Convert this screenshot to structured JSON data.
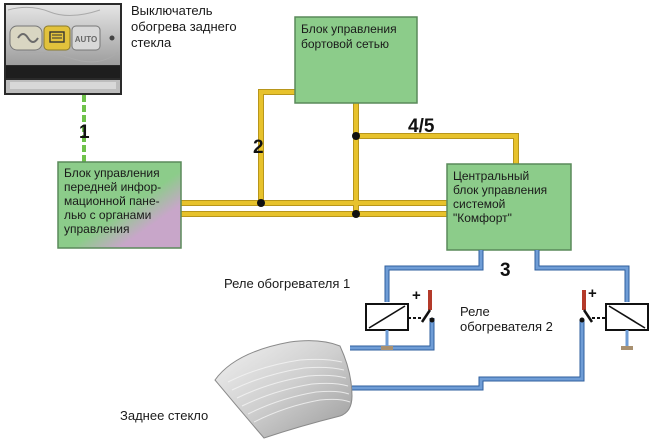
{
  "switch": {
    "label_lines": [
      "Выключатель",
      "обогрева заднего",
      "стекла"
    ],
    "button_text": "AUTO"
  },
  "onboard_unit": {
    "label_lines": [
      "Блок управления",
      "бортовой сетью"
    ]
  },
  "info_panel_unit": {
    "label_lines": [
      "Блок управления",
      "передней инфор-",
      "мационной пане-",
      "лью с органами",
      "управления"
    ]
  },
  "comfort_unit": {
    "label_lines": [
      "Центральный",
      "блок управления",
      "системой",
      "\"Комфорт\""
    ]
  },
  "connections": {
    "line1": "1",
    "line2": "2",
    "line45": "4/5",
    "line3": "3"
  },
  "relay1": {
    "label": "Реле обогревателя 1",
    "plus": "+"
  },
  "relay2": {
    "label_lines": [
      "Реле",
      "обогревателя 2"
    ],
    "plus": "+"
  },
  "rear_window": {
    "label": "Заднее стекло"
  },
  "colors": {
    "box_fill": "#8ccc8a",
    "box_fill_purple": "#c8a6c9",
    "box_border": "#5a8a5a",
    "bus_yellow": "#e7c22c",
    "bus_yellow_dark": "#b8961b",
    "wire_blue": "#6f9dd6",
    "green_wire": "#6fc24a",
    "relay_red": "#b43a2a"
  }
}
